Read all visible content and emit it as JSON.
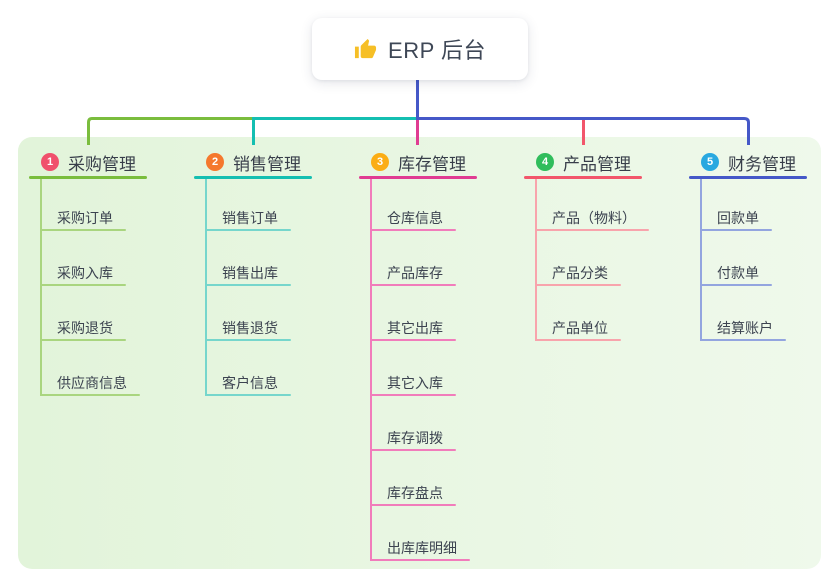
{
  "root": {
    "label": "ERP 后台",
    "icon": "thumbs-up-icon"
  },
  "colors": {
    "canvas_bg": "#FFFFFF",
    "panel_bg_left": "#E2F4DA",
    "panel_bg_right": "#EFF9EB",
    "root_text": "#3E4756",
    "title_text": "#383E4A",
    "child_text": "#3C4350",
    "root_stem": "#4558C8",
    "thumb_icon": "#F6BF26"
  },
  "branches": [
    {
      "num": "1",
      "title": "采购管理",
      "badge_color": "#F0506C",
      "line_color": "#7ABD3D",
      "child_line_color": "#A9D57F",
      "children": [
        "采购订单",
        "采购入库",
        "采购退货",
        "供应商信息"
      ]
    },
    {
      "num": "2",
      "title": "销售管理",
      "badge_color": "#F5782D",
      "line_color": "#14BFB1",
      "child_line_color": "#76D6CC",
      "children": [
        "销售订单",
        "销售出库",
        "销售退货",
        "客户信息"
      ]
    },
    {
      "num": "3",
      "title": "库存管理",
      "badge_color": "#FBAD14",
      "line_color": "#E03C92",
      "child_line_color": "#F17CBB",
      "children": [
        "仓库信息",
        "产品库存",
        "其它出库",
        "其它入库",
        "库存调拨",
        "库存盘点",
        "出库库明细"
      ]
    },
    {
      "num": "4",
      "title": "产品管理",
      "badge_color": "#30BD5C",
      "line_color": "#F2566B",
      "child_line_color": "#F8A4AC",
      "children": [
        "产品（物料）",
        "产品分类",
        "产品单位"
      ]
    },
    {
      "num": "5",
      "title": "财务管理",
      "badge_color": "#28A8E0",
      "line_color": "#4558C8",
      "child_line_color": "#93A5DF",
      "children": [
        "回款单",
        "付款单",
        "结算账户"
      ]
    }
  ]
}
